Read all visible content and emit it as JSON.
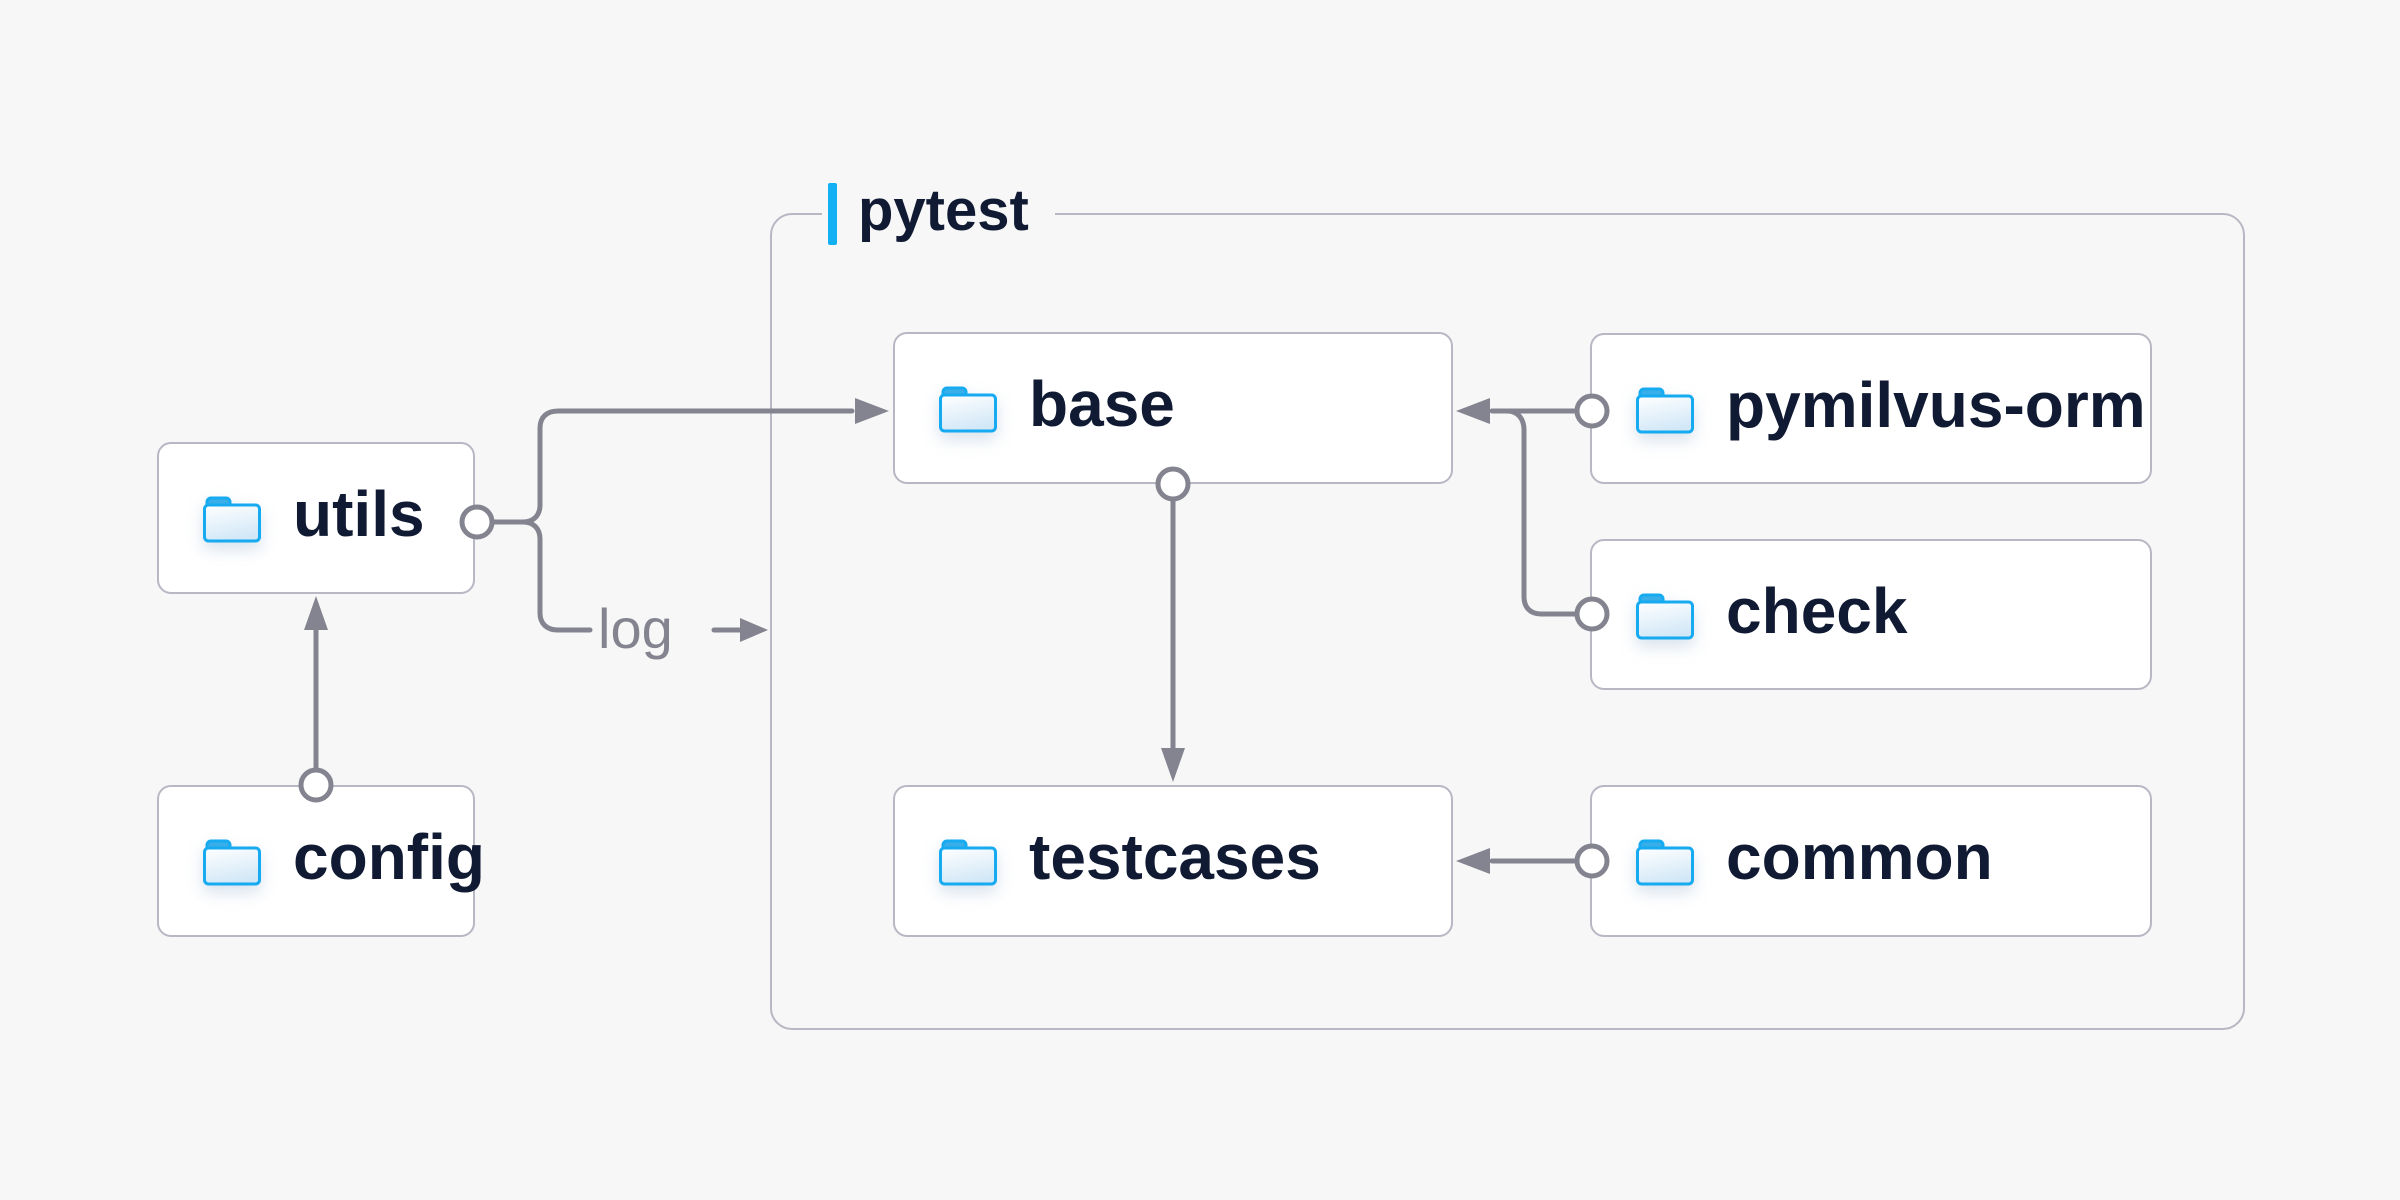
{
  "diagram": {
    "container_label": "pytest",
    "edge_label": "log",
    "nodes": {
      "utils": {
        "label": "utils"
      },
      "config": {
        "label": "config"
      },
      "base": {
        "label": "base"
      },
      "testcases": {
        "label": "testcases"
      },
      "pymilvus_orm": {
        "label": "pymilvus-orm"
      },
      "check": {
        "label": "check"
      },
      "common": {
        "label": "common"
      }
    },
    "edges": [
      {
        "from": "config",
        "to": "utils"
      },
      {
        "from": "utils",
        "to": "base"
      },
      {
        "from": "utils",
        "to": "log",
        "label": "log"
      },
      {
        "from": "pymilvus-orm",
        "to": "base"
      },
      {
        "from": "check",
        "to": "base"
      },
      {
        "from": "base",
        "to": "testcases"
      },
      {
        "from": "common",
        "to": "testcases"
      }
    ],
    "colors": {
      "background": "#f7f7f8",
      "box_fill": "#ffffff",
      "box_border": "#b7b8c4",
      "line_gray": "#83848f",
      "text_navy": "#101a33",
      "accent_blue": "#13b0f4",
      "folder_stroke": "#16aaf0",
      "folder_tab": "#3aaee8",
      "folder_fill_light": "#d3e8f7"
    }
  }
}
